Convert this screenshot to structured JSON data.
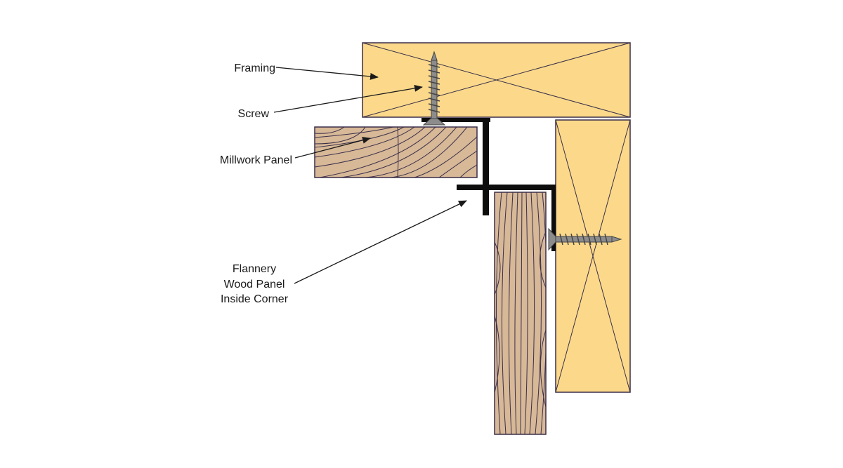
{
  "diagram": {
    "labels": {
      "framing": "Framing",
      "screw": "Screw",
      "millwork_panel": "Millwork Panel",
      "corner_line1": "Flannery",
      "corner_line2": "Wood Panel",
      "corner_line3": "Inside Corner"
    },
    "colors": {
      "framing_fill": "#fcd98a",
      "framing_stroke": "#3a2f4a",
      "wood_fill": "#d7b897",
      "grain": "#3a2f4a",
      "trim": "#0d0d0d",
      "screw": "#8c8c8c",
      "screw_stroke": "#444444",
      "arrow": "#1a1a1a"
    }
  }
}
